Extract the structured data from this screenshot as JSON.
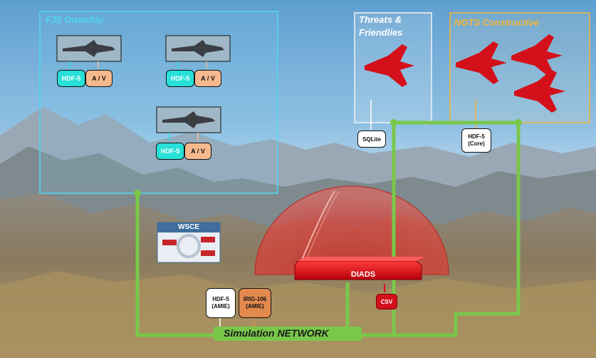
{
  "labels": {
    "f35_ownship": "F35 Ownship",
    "threats_friendlies": [
      "Threats &",
      "Friendlies"
    ],
    "ngts_constructive": "NGTS Constructive",
    "simulation_network": "Simulation NETWORK",
    "wsce": "WSCE",
    "diads": "DIADS"
  },
  "storage": {
    "hdf5": "HDF-5",
    "av": "A / V",
    "sqlite": "SQLite",
    "hdf5_core": [
      "HDF-5",
      "(Core)"
    ],
    "hdf5_amie": [
      "HDF-5",
      "(AMIE)"
    ],
    "irig_amie": [
      "IRIG-106",
      "(AMIE)"
    ],
    "csv": "CSV"
  },
  "colors": {
    "f35_box": "#4fd8f0",
    "threats_box": "#f2f2f2",
    "ngts_box": "#f3b53a",
    "network": "#79c84a",
    "hdf5_fill": "#27e1d8",
    "av_fill": "#f6b98e",
    "irig_fill": "#e2894e",
    "red": "#d4101b",
    "wsce": "#3f6e9c"
  }
}
